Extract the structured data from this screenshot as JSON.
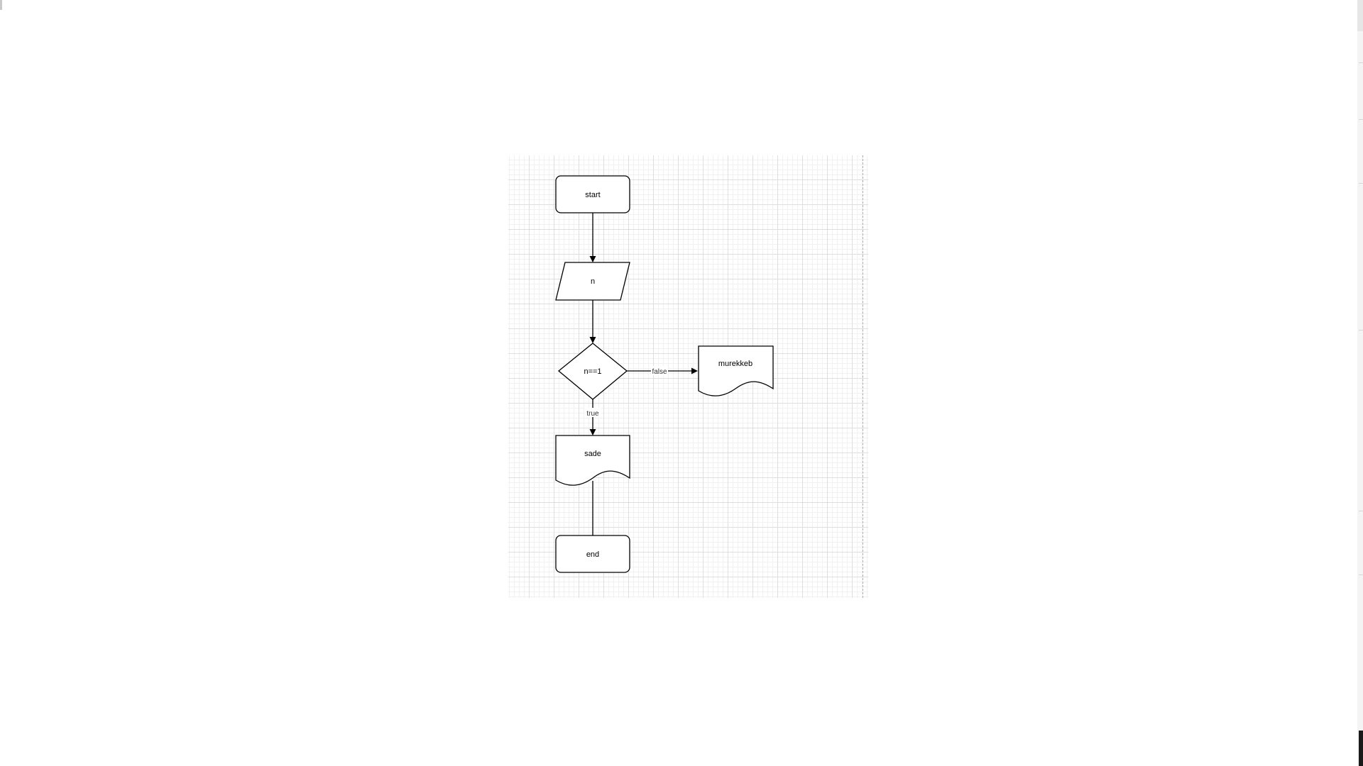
{
  "diagram": {
    "nodes": [
      {
        "id": "start",
        "label": "start",
        "shape": "rounded-rectangle"
      },
      {
        "id": "input",
        "label": "n",
        "shape": "parallelogram"
      },
      {
        "id": "decision",
        "label": "n==1",
        "shape": "diamond"
      },
      {
        "id": "output-false",
        "label": "murekkeb",
        "shape": "document"
      },
      {
        "id": "output-true",
        "label": "sade",
        "shape": "document"
      },
      {
        "id": "end",
        "label": "end",
        "shape": "rounded-rectangle"
      }
    ],
    "edges": [
      {
        "from": "start",
        "to": "input",
        "label": ""
      },
      {
        "from": "input",
        "to": "decision",
        "label": ""
      },
      {
        "from": "decision",
        "to": "output-false",
        "label": "false"
      },
      {
        "from": "decision",
        "to": "output-true",
        "label": "true"
      },
      {
        "from": "output-true",
        "to": "end",
        "label": ""
      }
    ]
  },
  "colors": {
    "page_background": "#ffffff",
    "grid_major": "#dedede",
    "grid_minor": "#f1f1f1",
    "stroke": "#000000"
  }
}
